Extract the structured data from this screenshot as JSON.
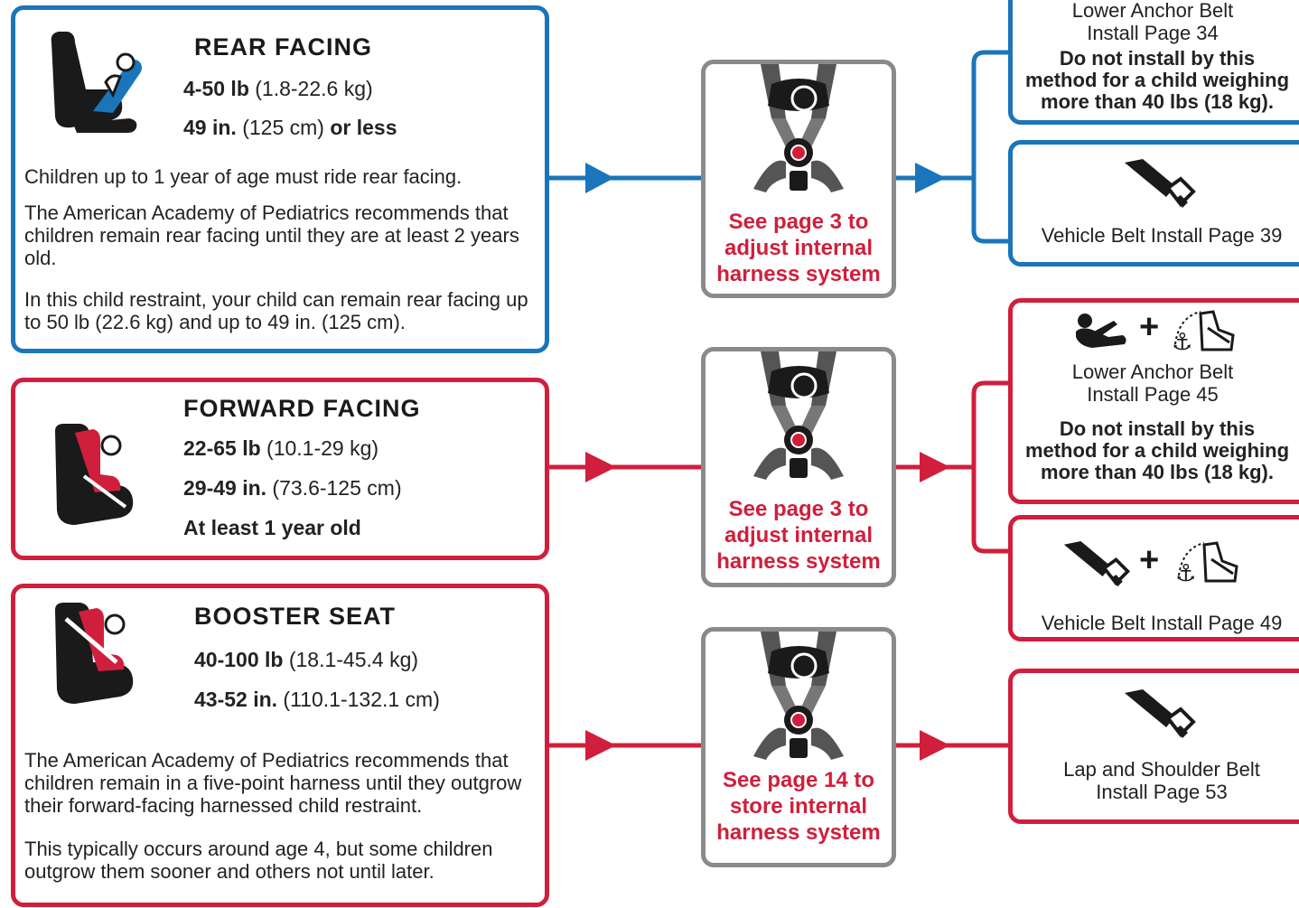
{
  "colors": {
    "blue": "#1b75bb",
    "red": "#d01f3c",
    "gray": "#8a8a8a",
    "dark": "#1a1a1a"
  },
  "rear": {
    "title": "REAR FACING",
    "weight_bold": "4-50 lb",
    "weight_rest": " (1.8-22.6 kg)",
    "height_bold": "49 in.",
    "height_rest": " (125 cm) ",
    "height_tail": "or less",
    "p1": "Children up to 1 year of age must ride rear facing.",
    "p2": "The American Academy of Pediatrics recommends that children remain rear facing until they are at least 2 years old.",
    "p3": "In this child restraint, your child can remain rear facing up to 50 lb (22.6 kg) and up to 49 in. (125 cm)."
  },
  "forward": {
    "title": "FORWARD FACING",
    "weight_bold": "22-65 lb",
    "weight_rest": " (10.1-29 kg)",
    "height_bold": "29-49 in.",
    "height_rest": " (73.6-125 cm)",
    "age": "At least 1 year old"
  },
  "booster": {
    "title": "BOOSTER SEAT",
    "weight_bold": "40-100 lb",
    "weight_rest": " (18.1-45.4 kg)",
    "height_bold": "43-52 in.",
    "height_rest": " (110.1-132.1 cm)",
    "p1": "The American Academy of Pediatrics recommends that children remain in a five-point harness until they outgrow their forward-facing harnessed child restraint.",
    "p2": "This typically occurs around age 4, but some children outgrow them sooner and others not until later."
  },
  "harness": {
    "h1": "See page 3 to adjust internal harness system",
    "h2": "See page 3 to adjust internal harness system",
    "h3": "See page 14 to store internal harness system"
  },
  "install": {
    "rear_lower_l1": "Lower Anchor Belt",
    "rear_lower_l2": "Install Page 34",
    "rear_lower_warn": "Do not install by this method for a child weighing more than 40 lbs (18 kg).",
    "rear_vehicle": "Vehicle Belt Install Page 39",
    "fwd_lower_l1": "Lower Anchor Belt",
    "fwd_lower_l2": "Install Page 45",
    "fwd_lower_warn": "Do not install by this method for a child weighing more than 40 lbs (18 kg).",
    "fwd_vehicle": "Vehicle Belt Install Page 49",
    "booster_l1": "Lap and Shoulder Belt",
    "booster_l2": "Install Page 53",
    "plus": "+"
  }
}
